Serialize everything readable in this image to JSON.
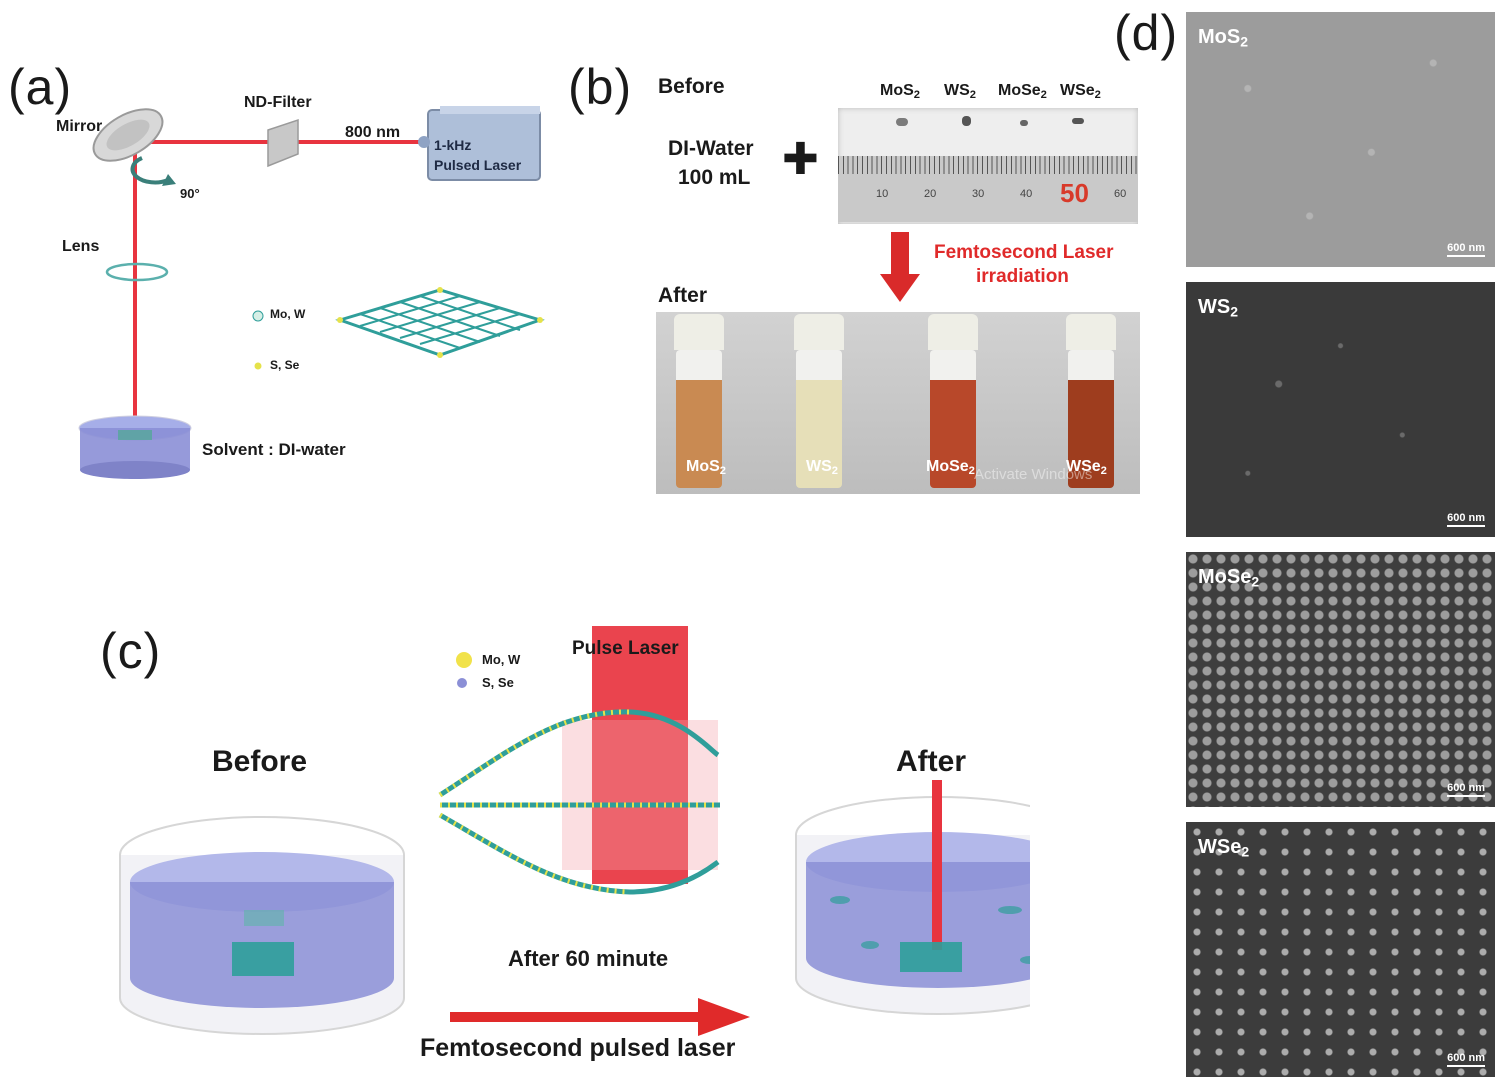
{
  "panels": {
    "a": "(a)",
    "b": "(b)",
    "c": "(c)",
    "d": "(d)"
  },
  "panel_a": {
    "mirror": "Mirror",
    "nd_filter": "ND-Filter",
    "wavelength": "800 nm",
    "laser_line1": "1-kHz",
    "laser_line2": "Pulsed Laser",
    "angle": "90°",
    "lens": "Lens",
    "legend_metal": "Mo, W",
    "legend_chalc": "S, Se",
    "solvent": "Solvent : DI-water"
  },
  "panel_b": {
    "before": "Before",
    "water_line1": "DI-Water",
    "water_line2": "100 mL",
    "plus": "✚",
    "powders": [
      {
        "base": "MoS",
        "sub": "2"
      },
      {
        "base": "WS",
        "sub": "2"
      },
      {
        "base": "MoSe",
        "sub": "2"
      },
      {
        "base": "WSe",
        "sub": "2"
      }
    ],
    "ruler_ticks": [
      "10",
      "20",
      "30",
      "40",
      "50",
      "60"
    ],
    "arrow_line1": "Femtosecond Laser",
    "arrow_line2": "irradiation",
    "after": "After",
    "vials": [
      {
        "base": "MoS",
        "sub": "2",
        "color": "#c98a52"
      },
      {
        "base": "WS",
        "sub": "2",
        "color": "#e6dfb8"
      },
      {
        "base": "MoSe",
        "sub": "2",
        "color": "#b8482a"
      },
      {
        "base": "WSe",
        "sub": "2",
        "color": "#9e3d1e"
      }
    ],
    "watermark": "Activate Windows"
  },
  "panel_c": {
    "legend_metal": "Mo, W",
    "legend_chalc": "S, Se",
    "pulse_laser": "Pulse Laser",
    "before": "Before",
    "after": "After",
    "time": "After 60 minute",
    "process": "Femtosecond pulsed laser"
  },
  "panel_d": {
    "tiles": [
      {
        "base": "MoS",
        "sub": "2",
        "scale": "600 nm",
        "bg": "#9c9c9c"
      },
      {
        "base": "WS",
        "sub": "2",
        "scale": "600 nm",
        "bg": "#3a3a3a"
      },
      {
        "base": "MoSe",
        "sub": "2",
        "scale": "600 nm",
        "bg": "#3e3e3e"
      },
      {
        "base": "WSe",
        "sub": "2",
        "scale": "600 nm",
        "bg": "#3c3c3c"
      }
    ]
  },
  "colors": {
    "laser": "#e8343f",
    "arrow_red": "#d92a2a",
    "water": "#8b8fd6",
    "crystal": "#2f9e9a"
  }
}
